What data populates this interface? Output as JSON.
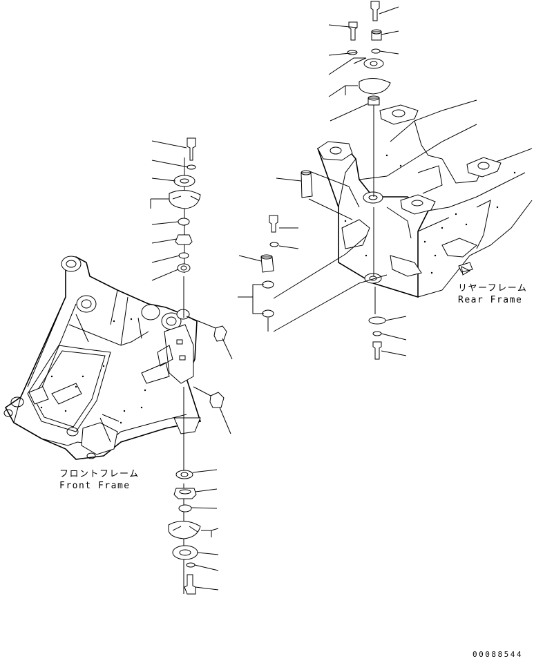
{
  "labels": {
    "front_frame_jp": "フロントフレーム",
    "front_frame_en": "Front Frame",
    "rear_frame_jp": "リヤーフレーム",
    "rear_frame_en": "Rear Frame"
  },
  "drawing_number": "00088544",
  "colors": {
    "line": "#000000",
    "background": "#ffffff"
  }
}
